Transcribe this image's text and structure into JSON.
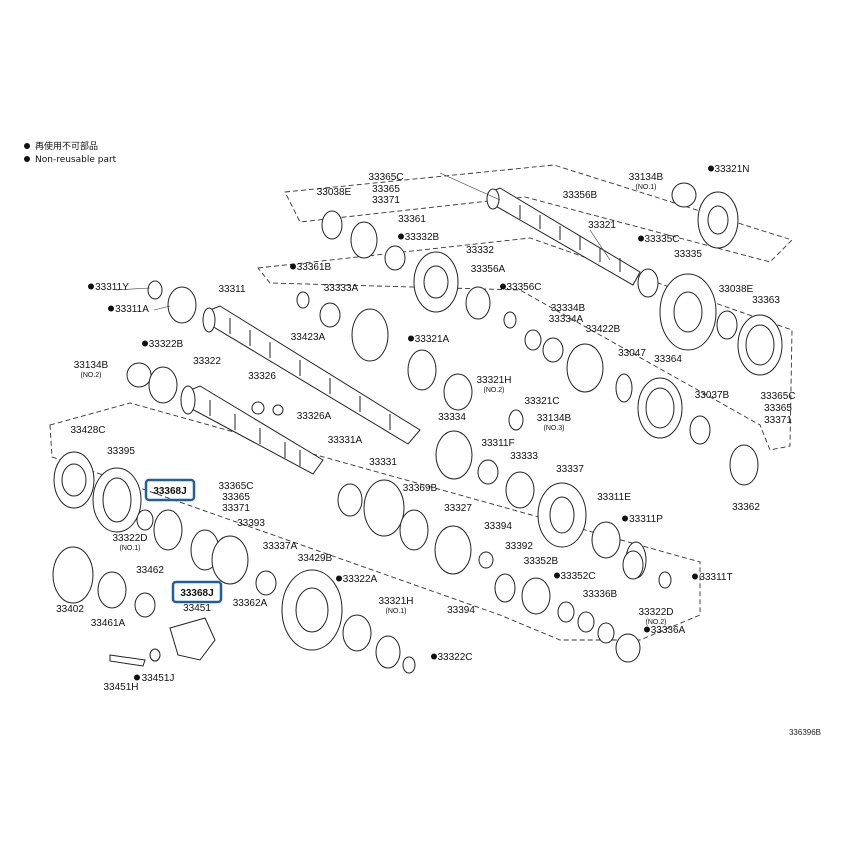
{
  "legend": {
    "jp_text": "再使用不可部品",
    "en_text": "Non-reusable part"
  },
  "diagram_code": "336396B",
  "highlight_color": "#1f5f9e",
  "callouts": [
    {
      "id": "33365C-a",
      "text": "33365C"
    },
    {
      "id": "33038E-a",
      "text": "33038E"
    },
    {
      "id": "33365-a",
      "text": "33365"
    },
    {
      "id": "33371-a",
      "text": "33371"
    },
    {
      "id": "33361",
      "text": "33361"
    },
    {
      "id": "33332B",
      "text": "33332B",
      "nr": true
    },
    {
      "id": "33332",
      "text": "33332"
    },
    {
      "id": "33356B",
      "text": "33356B"
    },
    {
      "id": "33321",
      "text": "33321"
    },
    {
      "id": "33134B-1",
      "text": "33134B",
      "sub": "(NO.1)"
    },
    {
      "id": "33321N",
      "text": "33321N",
      "nr": true
    },
    {
      "id": "33335C",
      "text": "33335C",
      "nr": true
    },
    {
      "id": "33335",
      "text": "33335"
    },
    {
      "id": "33038E-b",
      "text": "33038E"
    },
    {
      "id": "33363",
      "text": "33363"
    },
    {
      "id": "33361B",
      "text": "33361B",
      "nr": true
    },
    {
      "id": "33356A",
      "text": "33356A"
    },
    {
      "id": "33356C",
      "text": "33356C",
      "nr": true
    },
    {
      "id": "33334B",
      "text": "33334B"
    },
    {
      "id": "33334A",
      "text": "33334A"
    },
    {
      "id": "33422B",
      "text": "33422B"
    },
    {
      "id": "33311Y",
      "text": "33311Y",
      "nr": true
    },
    {
      "id": "33311A",
      "text": "33311A",
      "nr": true
    },
    {
      "id": "33311",
      "text": "33311"
    },
    {
      "id": "33333A",
      "text": "33333A"
    },
    {
      "id": "33423A",
      "text": "33423A"
    },
    {
      "id": "33321A",
      "text": "33321A",
      "nr": true
    },
    {
      "id": "33047",
      "text": "33047"
    },
    {
      "id": "33364",
      "text": "33364"
    },
    {
      "id": "33134B-2",
      "text": "33134B",
      "sub": "(NO.2)"
    },
    {
      "id": "33322B",
      "text": "33322B",
      "nr": true
    },
    {
      "id": "33322",
      "text": "33322"
    },
    {
      "id": "33326",
      "text": "33326"
    },
    {
      "id": "33321H-2",
      "text": "33321H",
      "sub": "(NO.2)"
    },
    {
      "id": "33321C",
      "text": "33321C"
    },
    {
      "id": "33134B-3",
      "text": "33134B",
      "sub": "(NO.3)"
    },
    {
      "id": "33037B",
      "text": "33037B"
    },
    {
      "id": "33365C-b",
      "text": "33365C"
    },
    {
      "id": "33365-b",
      "text": "33365"
    },
    {
      "id": "33371-b",
      "text": "33371"
    },
    {
      "id": "33326A",
      "text": "33326A"
    },
    {
      "id": "33334",
      "text": "33334"
    },
    {
      "id": "33428C",
      "text": "33428C"
    },
    {
      "id": "33395",
      "text": "33395"
    },
    {
      "id": "33331A",
      "text": "33331A"
    },
    {
      "id": "33331",
      "text": "33331"
    },
    {
      "id": "33311F",
      "text": "33311F"
    },
    {
      "id": "33333",
      "text": "33333"
    },
    {
      "id": "33337",
      "text": "33337"
    },
    {
      "id": "33362",
      "text": "33362"
    },
    {
      "id": "33368J-a",
      "text": "33368J",
      "highlight": true
    },
    {
      "id": "33365C-c",
      "text": "33365C"
    },
    {
      "id": "33365-c",
      "text": "33365"
    },
    {
      "id": "33371-c",
      "text": "33371"
    },
    {
      "id": "33369B",
      "text": "33369B"
    },
    {
      "id": "33311E",
      "text": "33311E"
    },
    {
      "id": "33393",
      "text": "33393"
    },
    {
      "id": "33322D-1",
      "text": "33322D",
      "sub": "(NO.1)"
    },
    {
      "id": "33327",
      "text": "33327"
    },
    {
      "id": "33394-a",
      "text": "33394"
    },
    {
      "id": "33311P",
      "text": "33311P",
      "nr": true
    },
    {
      "id": "33337A",
      "text": "33337A"
    },
    {
      "id": "33429B",
      "text": "33429B"
    },
    {
      "id": "33392",
      "text": "33392"
    },
    {
      "id": "33462",
      "text": "33462"
    },
    {
      "id": "33352B",
      "text": "33352B"
    },
    {
      "id": "33352C",
      "text": "33352C",
      "nr": true
    },
    {
      "id": "33311T",
      "text": "33311T",
      "nr": true
    },
    {
      "id": "33322A",
      "text": "33322A",
      "nr": true
    },
    {
      "id": "33368J-b",
      "text": "33368J",
      "highlight": true
    },
    {
      "id": "33451",
      "text": "33451"
    },
    {
      "id": "33362A",
      "text": "33362A"
    },
    {
      "id": "33402",
      "text": "33402"
    },
    {
      "id": "33461A",
      "text": "33461A"
    },
    {
      "id": "33321H-1",
      "text": "33321H",
      "sub": "(NO.1)"
    },
    {
      "id": "33394-b",
      "text": "33394"
    },
    {
      "id": "33336B",
      "text": "33336B"
    },
    {
      "id": "33322D-2",
      "text": "33322D",
      "sub": "(NO.2)"
    },
    {
      "id": "33336A",
      "text": "33336A",
      "nr": true
    },
    {
      "id": "33451H",
      "text": "33451H"
    },
    {
      "id": "33451J",
      "text": "33451J",
      "nr": true
    },
    {
      "id": "33322C",
      "text": "33322C",
      "nr": true
    }
  ]
}
